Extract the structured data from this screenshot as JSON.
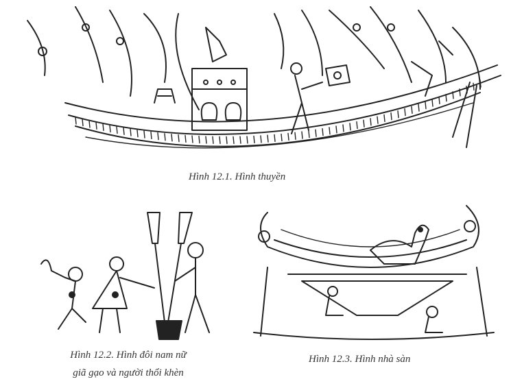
{
  "figures": [
    {
      "id": "12.1",
      "caption": "Hình 12.1. Hình thuyền"
    },
    {
      "id": "12.2",
      "caption_line1": "Hình 12.2. Hình đôi nam nữ",
      "caption_line2": "giã gạo và người thổi khèn"
    },
    {
      "id": "12.3",
      "caption": "Hình 12.3. Hình nhà sàn"
    }
  ]
}
